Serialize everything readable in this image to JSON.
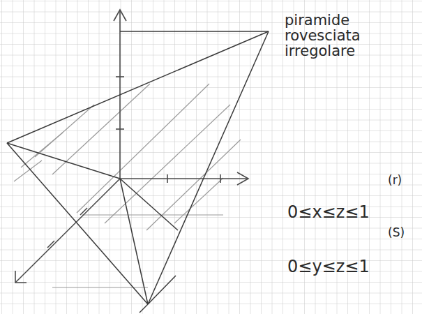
{
  "diagram": {
    "labels": [
      "piramide rovesciata irregolare",
      "(r)",
      "0≤x≤z≤1",
      "(S)",
      "0≤y≤z≤1"
    ]
  }
}
